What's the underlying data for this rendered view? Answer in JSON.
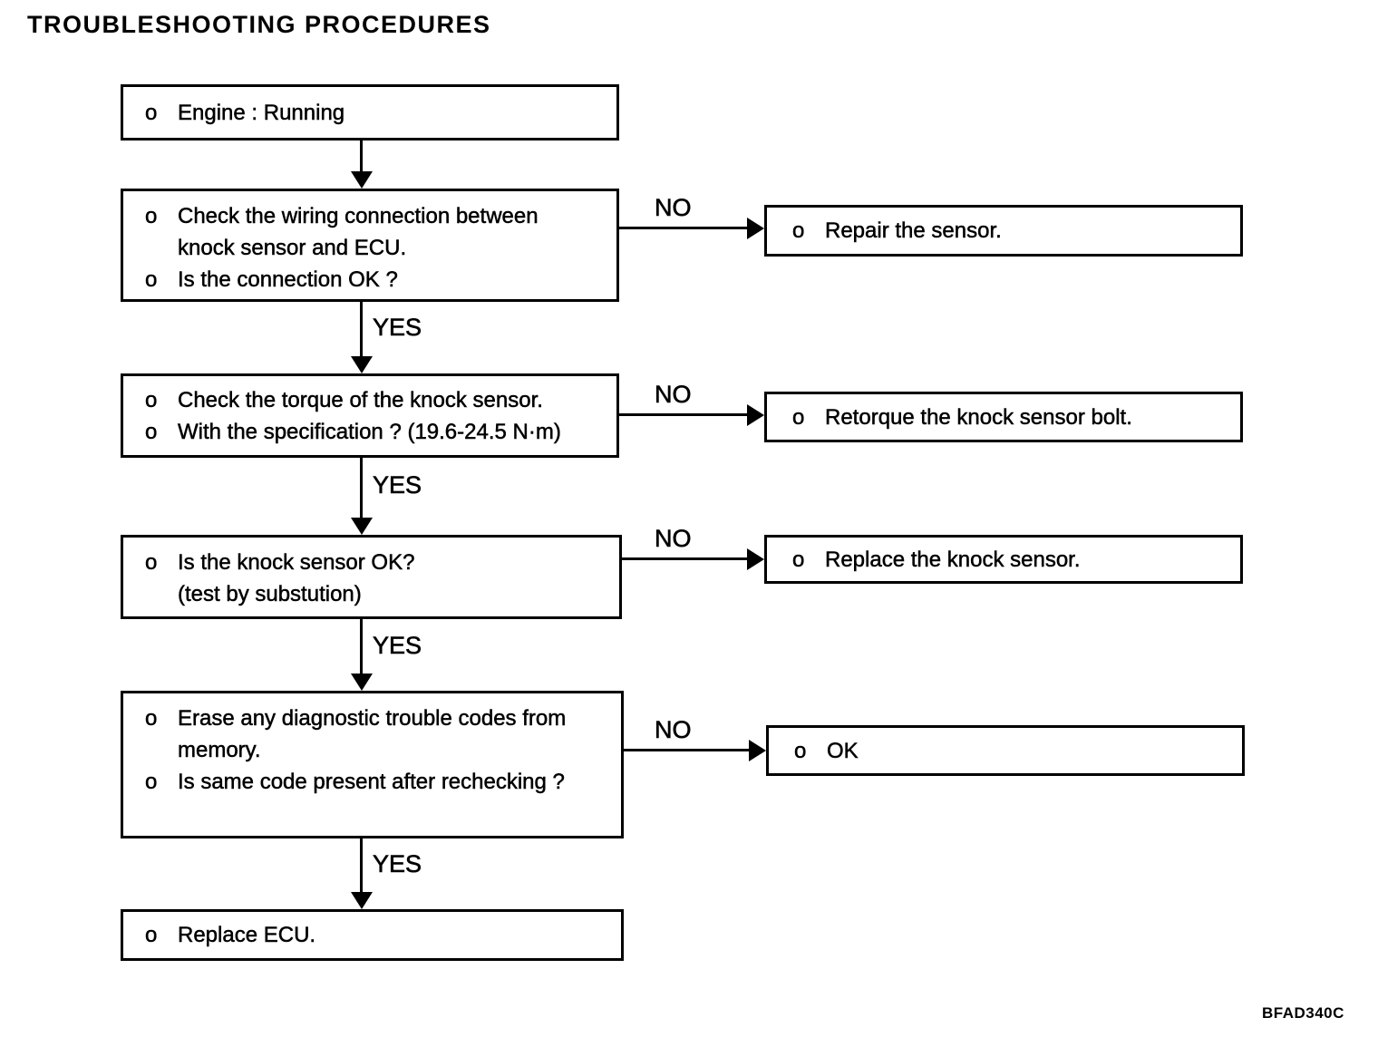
{
  "title": "TROUBLESHOOTING PROCEDURES",
  "figure_code": "BFAD340C",
  "labels": {
    "yes": "YES",
    "no": "NO"
  },
  "left_boxes": [
    {
      "name": "engine-running",
      "lines": [
        {
          "marker": "o",
          "text": "Engine : Running"
        }
      ]
    },
    {
      "name": "check-wiring",
      "lines": [
        {
          "marker": "o",
          "text": "Check the wiring connection between"
        },
        {
          "marker": "",
          "text": "knock sensor and ECU."
        },
        {
          "marker": "o",
          "text": "Is the connection OK ?"
        }
      ]
    },
    {
      "name": "check-torque",
      "lines": [
        {
          "marker": "o",
          "text": "Check the torque of the knock sensor."
        },
        {
          "marker": "o",
          "text": "With the specification ? (19.6-24.5 N·m)"
        }
      ]
    },
    {
      "name": "knock-sensor-ok",
      "lines": [
        {
          "marker": "o",
          "text": "Is the knock sensor OK?"
        },
        {
          "marker": "",
          "text": "(test by substution)"
        }
      ]
    },
    {
      "name": "erase-codes",
      "lines": [
        {
          "marker": "o",
          "text": "Erase any diagnostic trouble codes from"
        },
        {
          "marker": "",
          "text": "memory."
        },
        {
          "marker": "o",
          "text": "Is same code present after rechecking ?"
        }
      ]
    },
    {
      "name": "replace-ecu",
      "lines": [
        {
          "marker": "o",
          "text": "Replace ECU."
        }
      ]
    }
  ],
  "right_boxes": [
    {
      "name": "repair-sensor",
      "lines": [
        {
          "marker": "o",
          "text": "Repair the sensor."
        }
      ]
    },
    {
      "name": "retorque-bolt",
      "lines": [
        {
          "marker": "o",
          "text": "Retorque the knock sensor bolt."
        }
      ]
    },
    {
      "name": "replace-sensor",
      "lines": [
        {
          "marker": "o",
          "text": "Replace the knock sensor."
        }
      ]
    },
    {
      "name": "result-ok",
      "lines": [
        {
          "marker": "o",
          "text": "OK"
        }
      ]
    }
  ]
}
